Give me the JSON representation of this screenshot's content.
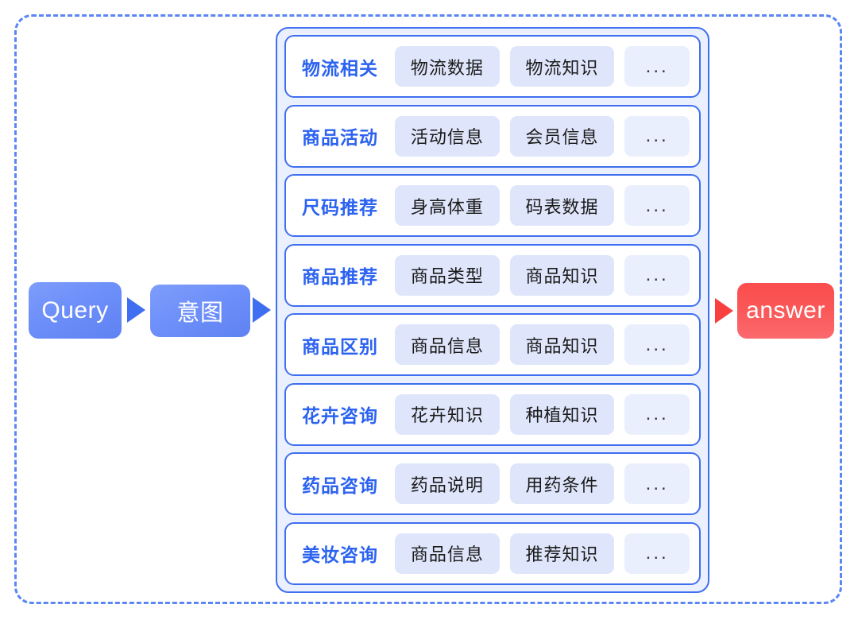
{
  "diagram": {
    "title": "intent-routing-flow",
    "colors": {
      "frame_dashed": "#5b86f5",
      "node_blue": "#6e90fa",
      "node_red": "#fb5656",
      "panel_border": "#3f6ff0",
      "panel_bg": "#eaf0fe",
      "row_bg": "#ffffff",
      "tag_bg": "#dfe6fb",
      "ellipsis_tag_bg": "#e9effc",
      "label_text": "#2b62f0",
      "tag_text": "#1a1a1a",
      "arrow_blue": "#3f6ff0",
      "arrow_red": "#f8403f"
    },
    "nodes": {
      "query": "Query",
      "intent": "意图",
      "answer": "answer"
    },
    "arrows": [
      {
        "name": "query-to-intent",
        "color": "#3f6ff0"
      },
      {
        "name": "intent-to-panel",
        "color": "#3f6ff0"
      },
      {
        "name": "panel-to-answer",
        "color": "#f8403f"
      }
    ],
    "ellipsis": "...",
    "intent_rows": [
      {
        "label": "物流相关",
        "tags": [
          "物流数据",
          "物流知识"
        ]
      },
      {
        "label": "商品活动",
        "tags": [
          "活动信息",
          "会员信息"
        ]
      },
      {
        "label": "尺码推荐",
        "tags": [
          "身高体重",
          "码表数据"
        ]
      },
      {
        "label": "商品推荐",
        "tags": [
          "商品类型",
          "商品知识"
        ]
      },
      {
        "label": "商品区别",
        "tags": [
          "商品信息",
          "商品知识"
        ]
      },
      {
        "label": "花卉咨询",
        "tags": [
          "花卉知识",
          "种植知识"
        ]
      },
      {
        "label": "药品咨询",
        "tags": [
          "药品说明",
          "用药条件"
        ]
      },
      {
        "label": "美妆咨询",
        "tags": [
          "商品信息",
          "推荐知识"
        ]
      }
    ]
  }
}
